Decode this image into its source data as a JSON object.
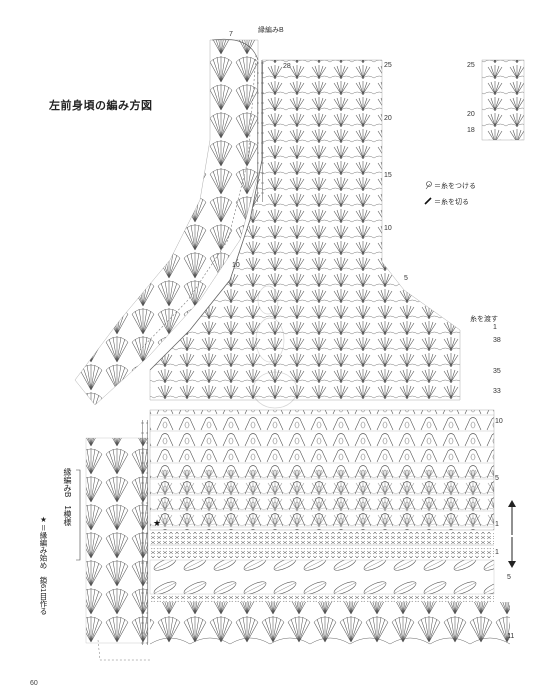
{
  "page": {
    "title": "左前身頃の編み方図",
    "page_number": "60"
  },
  "labels": {
    "pattern_b_top": "縁編みB",
    "pattern_b_side": "縁編みB　1模様",
    "star_note": "★＝縁編み始め　鎖61目作る",
    "cut_yarn_note": "糸を渡す",
    "top_stitch_7": "7",
    "top_stitch_28": "28",
    "inner_10": "10"
  },
  "legend": {
    "attach_yarn": "＝糸をつける",
    "cut_yarn": "＝糸を切る"
  },
  "row_numbers_right": [
    "25",
    "20",
    "15",
    "10",
    "5",
    "1",
    "38",
    "35",
    "33",
    "10",
    "5",
    "1",
    "1",
    "5",
    "11"
  ],
  "sample_rows": [
    "25",
    "20",
    "18"
  ]
}
